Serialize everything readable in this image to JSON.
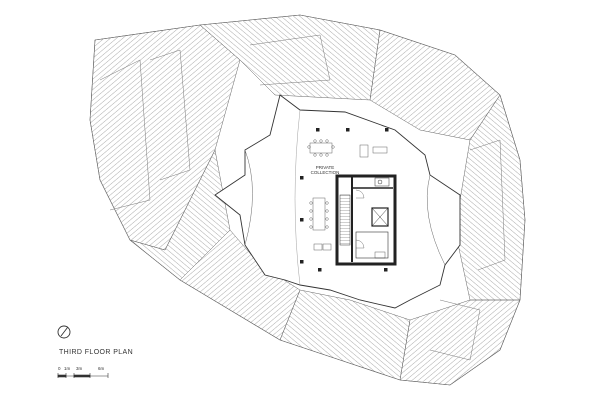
{
  "plan": {
    "title": "THIRD FLOOR PLAN",
    "rooms": [
      {
        "label_line1": "PRIVATE",
        "label_line2": "COLLECTION"
      }
    ],
    "scale_bar": {
      "ticks": [
        "0",
        "1m",
        "3m",
        "6m"
      ]
    },
    "north_arrow": "north-arrow-icon"
  },
  "colors": {
    "line": "#555555",
    "wall": "#222222",
    "background": "#ffffff"
  }
}
